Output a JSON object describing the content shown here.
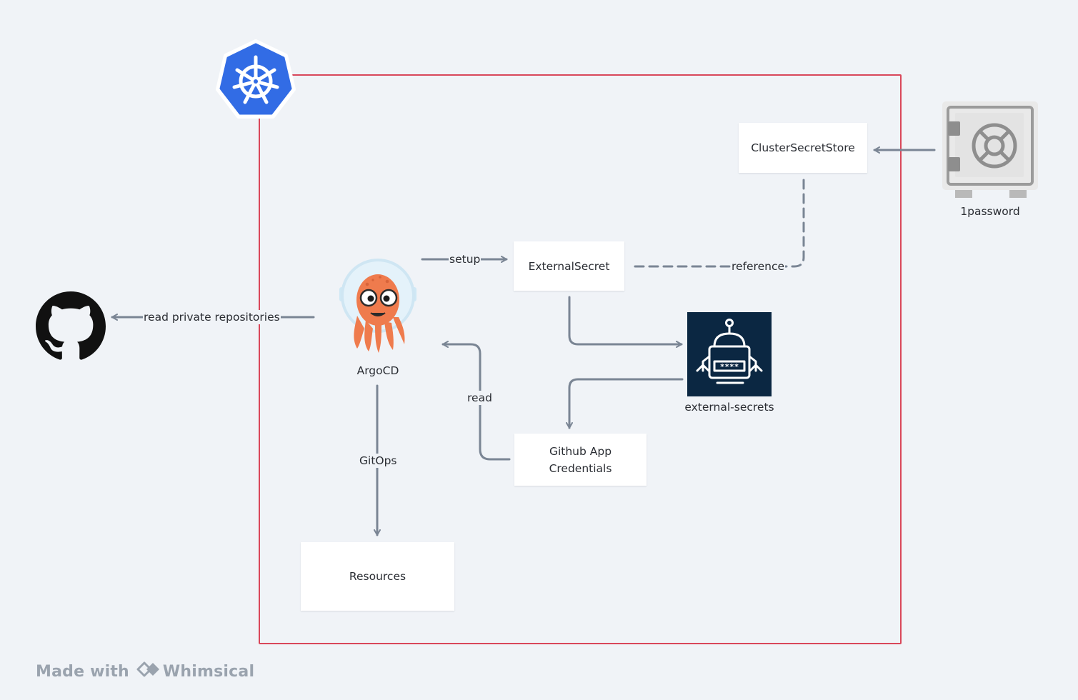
{
  "nodes": {
    "cluster_secret_store": "ClusterSecretStore",
    "external_secret": "ExternalSecret",
    "github_app_credentials": "Github App\nCredentials",
    "resources": "Resources"
  },
  "icons": {
    "kubernetes": "kubernetes-icon",
    "argocd": {
      "name": "argocd-icon",
      "caption": "ArgoCD"
    },
    "github": "github-icon",
    "external_secrets": {
      "name": "external-secrets-icon",
      "caption": "external-secrets"
    },
    "onepassword": {
      "name": "safe-icon",
      "caption": "1password"
    }
  },
  "edge_labels": {
    "setup": "setup",
    "reference": "reference",
    "read_private_repositories": "read private repositories",
    "read": "read",
    "gitops": "GitOps"
  },
  "watermark": {
    "made_with": "Made with",
    "brand": "Whimsical"
  },
  "colors": {
    "cluster_border": "#d9475a",
    "edge": "#7a8594",
    "kubernetes_blue": "#326ce5",
    "argo_orange": "#ef7b4d",
    "external_secrets_navy": "#0b2742",
    "background": "#f0f3f7"
  }
}
